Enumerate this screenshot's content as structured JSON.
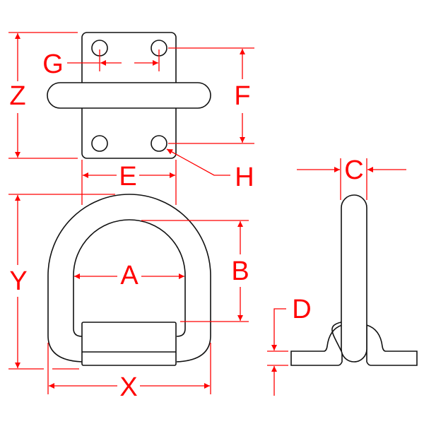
{
  "labels": {
    "Z": "Z",
    "G": "G",
    "F": "F",
    "E": "E",
    "H": "H",
    "C": "C",
    "Y": "Y",
    "A": "A",
    "B": "B",
    "X": "X",
    "D": "D"
  },
  "colors": {
    "dimension": "#ff0000",
    "outline": "#111111"
  }
}
